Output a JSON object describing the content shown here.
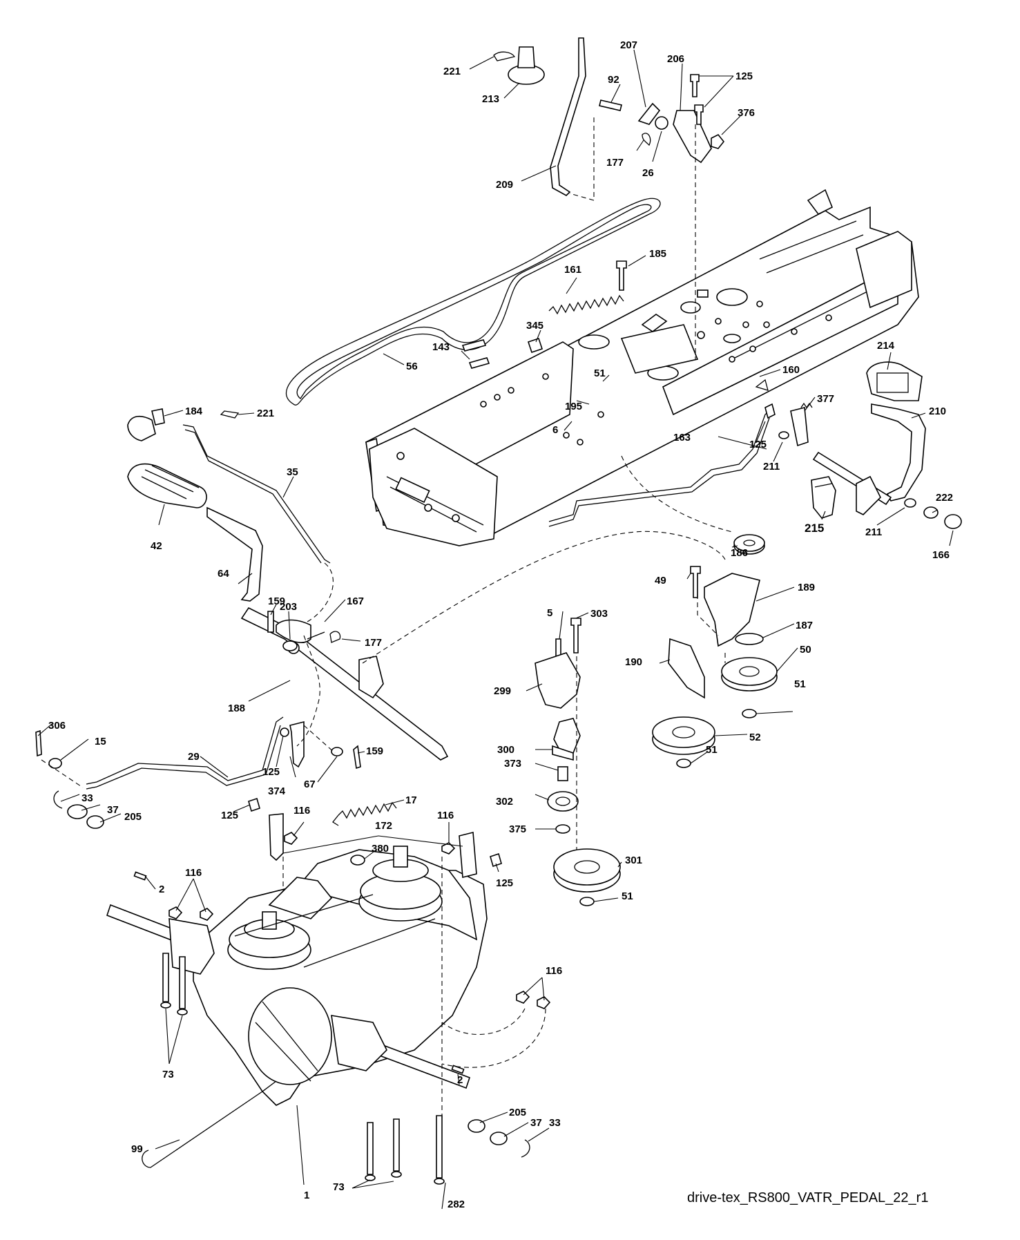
{
  "diagram": {
    "caption": "drive-tex_RS800_VATR_PEDAL_22_r1",
    "callouts": {
      "c221a": "221",
      "c213": "213",
      "c92": "92",
      "c207": "207",
      "c206": "206",
      "c125a": "125",
      "c376": "376",
      "c177a": "177",
      "c26": "26",
      "c209": "209",
      "c185": "185",
      "c161": "161",
      "c345": "345",
      "c143": "143",
      "c56": "56",
      "c51a": "51",
      "c195": "195",
      "c6": "6",
      "c160": "160",
      "c214": "214",
      "c377": "377",
      "c210": "210",
      "c184": "184",
      "c221b": "221",
      "c163": "163",
      "c125b": "125",
      "c211a": "211",
      "c35": "35",
      "c215": "215",
      "c211b": "211",
      "c222": "222",
      "c166": "166",
      "c42": "42",
      "c64": "64",
      "c186": "186",
      "c49": "49",
      "c189": "189",
      "c159a": "159",
      "c203": "203",
      "c167": "167",
      "c177b": "177",
      "c5": "5",
      "c303": "303",
      "c187": "187",
      "c190": "190",
      "c50": "50",
      "c188": "188",
      "c299": "299",
      "c51b": "51",
      "c306": "306",
      "c15": "15",
      "c29": "29",
      "c125c": "125",
      "c374": "374",
      "c67": "67",
      "c159b": "159",
      "c52": "52",
      "c51c": "51",
      "c300": "300",
      "c373": "373",
      "c17": "17",
      "c125d": "125",
      "c116a": "116",
      "c302": "302",
      "c172": "172",
      "c116b": "116",
      "c375": "375",
      "c380": "380",
      "c33a": "33",
      "c37a": "37",
      "c205a": "205",
      "c116c": "116",
      "c2a": "2",
      "c301": "301",
      "c125e": "125",
      "c51d": "51",
      "c116d": "116",
      "c73a": "73",
      "c99": "99",
      "c1": "1",
      "c2b": "2",
      "c205b": "205",
      "c37b": "37",
      "c33b": "33",
      "c73b": "73",
      "c282": "282"
    }
  }
}
